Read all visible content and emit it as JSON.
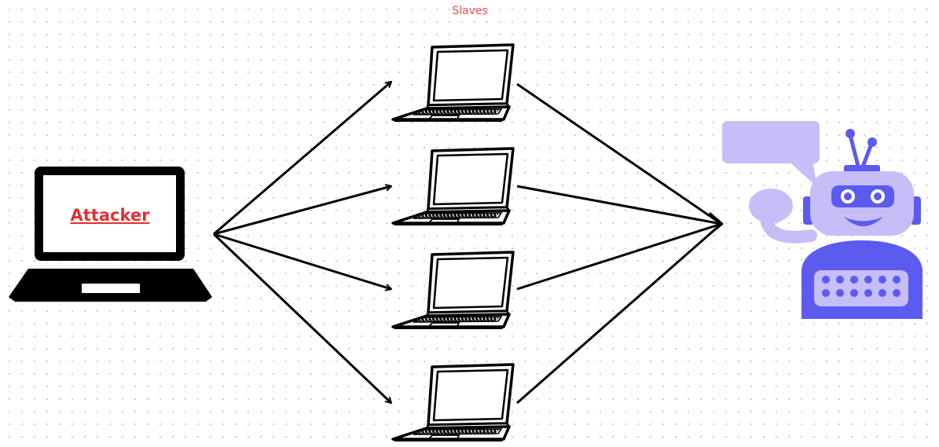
{
  "title": "Slaves",
  "attacker": {
    "label": "Attacker"
  },
  "slaves": [
    {
      "name": "slave-laptop-1"
    },
    {
      "name": "slave-laptop-2"
    },
    {
      "name": "slave-laptop-3"
    },
    {
      "name": "slave-laptop-4"
    }
  ],
  "target": {
    "icon": "robot-icon"
  },
  "colors": {
    "label_red": "#e03131",
    "title_red": "#e84b4b",
    "robot_dark": "#5b5bf0",
    "robot_light": "#c7bdf7",
    "line": "#000000"
  }
}
